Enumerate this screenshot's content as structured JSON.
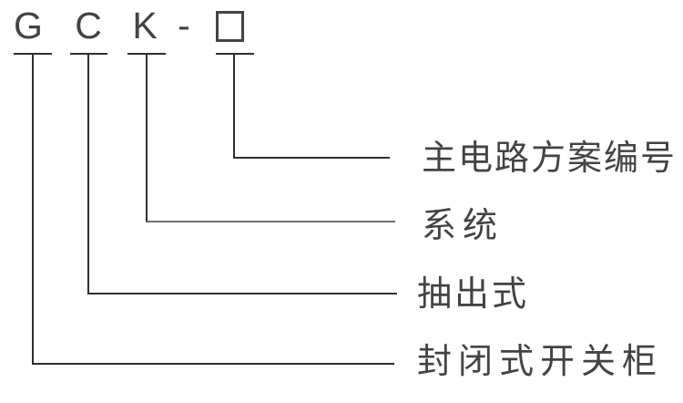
{
  "diagram": {
    "type": "model-designation-key",
    "code": {
      "letters": [
        "G",
        "C",
        "K"
      ],
      "separator": "-",
      "placeholder_symbol": "□"
    },
    "labels": [
      {
        "for": "placeholder",
        "text": "主电路方案编号"
      },
      {
        "for": "K",
        "text": "系统"
      },
      {
        "for": "C",
        "text": "抽出式"
      },
      {
        "for": "G",
        "text": "封闭式开关柜"
      }
    ],
    "colors": {
      "text": "#434343",
      "line": "#2f2f2f",
      "line-light": "#6f6f6f",
      "background": "#ffffff"
    }
  }
}
